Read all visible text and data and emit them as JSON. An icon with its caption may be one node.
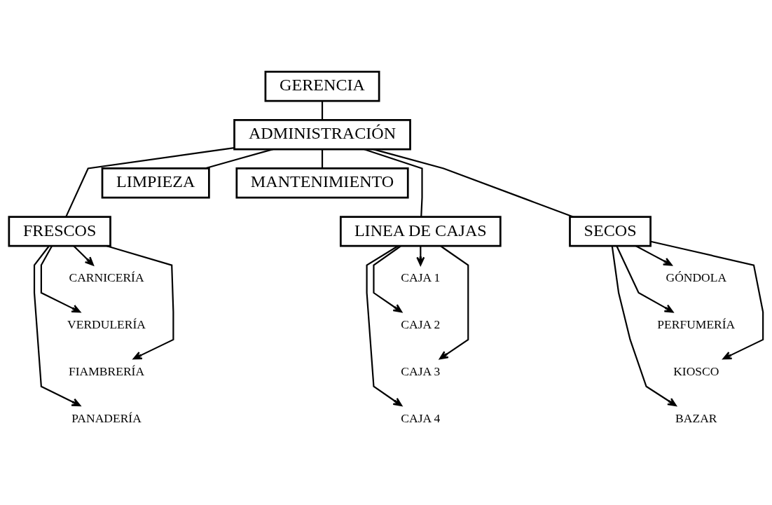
{
  "diagram": {
    "nodes": [
      {
        "text": [
          "GERENCIA"
        ]
      },
      {
        "text": [
          "ADMINISTRACIÓN"
        ]
      },
      {
        "text": [
          "LIMPIEZA"
        ]
      },
      {
        "text": [
          "MANTENIMIENTO"
        ]
      },
      {
        "text": [
          "LINEA DE CAJAS"
        ]
      },
      {
        "text": [
          "SECOS"
        ]
      },
      {
        "text": [
          "FRESCOS"
        ]
      },
      {
        "text": [
          "CAJA 1"
        ]
      },
      {
        "text": [
          "CAJA 2"
        ]
      },
      {
        "text": [
          "CAJA 3"
        ]
      },
      {
        "text": [
          "CAJA 4"
        ]
      },
      {
        "text": [
          "GÓNDOLA"
        ]
      },
      {
        "text": [
          "PERFUMERÍA"
        ]
      },
      {
        "text": [
          "KIOSCO"
        ]
      },
      {
        "text": [
          "BAZAR"
        ]
      },
      {
        "text": [
          "CARNICERÍA"
        ]
      },
      {
        "text": [
          "VERDULERÍA"
        ]
      },
      {
        "text": [
          "FIAMBRERÍA"
        ]
      },
      {
        "text": [
          "PANADERÍA"
        ]
      }
    ],
    "edges": [
      {
        "from": 0,
        "to": 1,
        "arrow": "none"
      },
      {
        "from": 1,
        "to": 2,
        "arrow": "none"
      },
      {
        "from": 1,
        "to": 3,
        "arrow": "none"
      },
      {
        "from": 1,
        "to": 4,
        "arrow": "none"
      },
      {
        "from": 1,
        "to": 5,
        "arrow": "none"
      },
      {
        "from": 1,
        "to": 6,
        "arrow": "none"
      },
      {
        "from": 4,
        "to": 7,
        "arrow": "to"
      },
      {
        "from": 4,
        "to": 8,
        "arrow": "to"
      },
      {
        "from": 4,
        "to": 9,
        "arrow": "to"
      },
      {
        "from": 4,
        "to": 10,
        "arrow": "to"
      },
      {
        "from": 5,
        "to": 11,
        "arrow": "to"
      },
      {
        "from": 5,
        "to": 12,
        "arrow": "to"
      },
      {
        "from": 5,
        "to": 13,
        "arrow": "to"
      },
      {
        "from": 5,
        "to": 14,
        "arrow": "to"
      },
      {
        "from": 6,
        "to": 15,
        "arrow": "to"
      },
      {
        "from": 6,
        "to": 16,
        "arrow": "to"
      },
      {
        "from": 6,
        "to": 17,
        "arrow": "to"
      },
      {
        "from": 6,
        "to": 18,
        "arrow": "to"
      }
    ]
  }
}
